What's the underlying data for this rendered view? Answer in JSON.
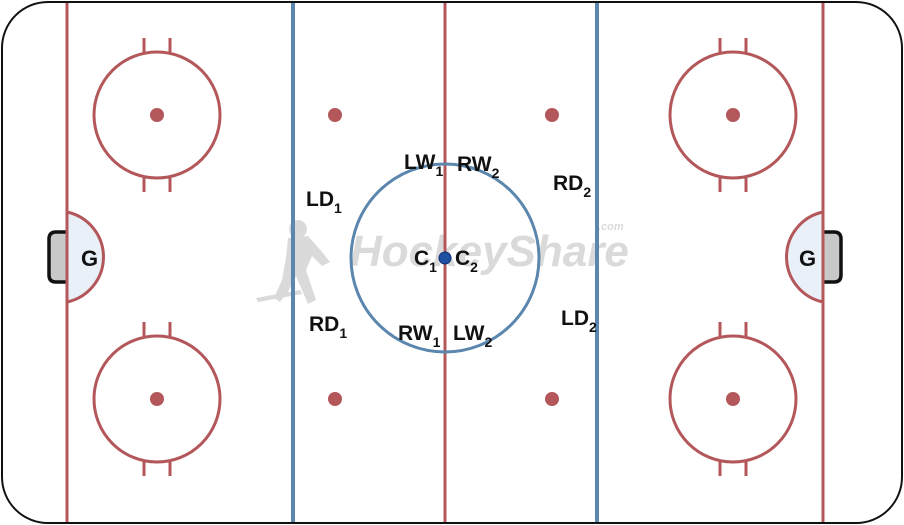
{
  "colors": {
    "boards": "#000000",
    "red_line": "#b3575a",
    "blue_line": "#5b86ad",
    "center_circle": "#5b86ad",
    "faceoff_circle": "#b3575a",
    "crease_fill": "#eaf0f8",
    "net": "#c8c8c8",
    "puck": "#1f4fa0",
    "watermark": "#bcbcbc"
  },
  "watermark": {
    "text": "HockeyShare",
    "suffix": ".com"
  },
  "goalies": [
    {
      "id": "left",
      "label": "G"
    },
    {
      "id": "right",
      "label": "G"
    }
  ],
  "players": [
    {
      "id": "lw1",
      "main": "LW",
      "sub": "1"
    },
    {
      "id": "rw2",
      "main": "RW",
      "sub": "2"
    },
    {
      "id": "ld1",
      "main": "LD",
      "sub": "1"
    },
    {
      "id": "rd2",
      "main": "RD",
      "sub": "2"
    },
    {
      "id": "c1",
      "main": "C",
      "sub": "1"
    },
    {
      "id": "c2",
      "main": "C",
      "sub": "2"
    },
    {
      "id": "rd1",
      "main": "RD",
      "sub": "1"
    },
    {
      "id": "rw1",
      "main": "RW",
      "sub": "1"
    },
    {
      "id": "lw2",
      "main": "LW",
      "sub": "2"
    },
    {
      "id": "ld2",
      "main": "LD",
      "sub": "2"
    }
  ]
}
